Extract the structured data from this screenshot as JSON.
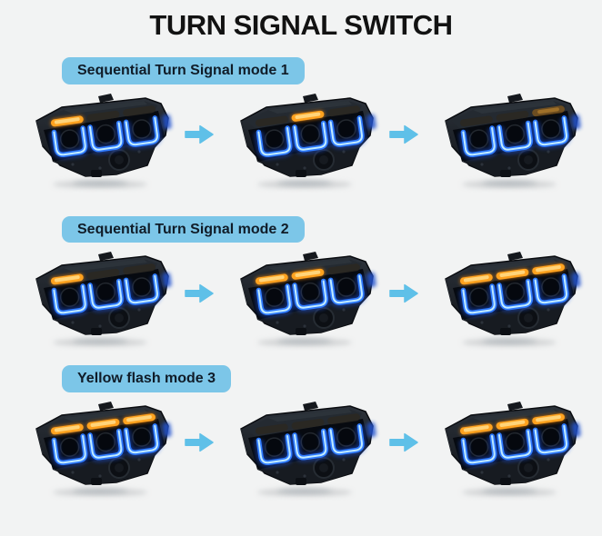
{
  "page": {
    "title": "TURN SIGNAL SWITCH"
  },
  "colors": {
    "background": "#f2f3f3",
    "badge_bg": "#7cc6e8",
    "badge_text": "#101c28",
    "arrow": "#5fc0e8",
    "drl_blue": "#2f7bff",
    "drl_core": "#c2ecff",
    "amber_on": "#ffa21f",
    "housing_dark": "#14181e"
  },
  "icons": {
    "between_steps": "right-arrow-icon"
  },
  "modes": [
    {
      "label": "Sequential Turn Signal mode 1",
      "steps": [
        {
          "amber": [
            "on",
            "off",
            "off"
          ]
        },
        {
          "amber": [
            "off",
            "on",
            "off"
          ]
        },
        {
          "amber": [
            "off",
            "off",
            "dim"
          ]
        }
      ]
    },
    {
      "label": "Sequential Turn Signal mode 2",
      "steps": [
        {
          "amber": [
            "on",
            "off",
            "off"
          ]
        },
        {
          "amber": [
            "on",
            "on",
            "off"
          ]
        },
        {
          "amber": [
            "on",
            "on",
            "on"
          ]
        }
      ]
    },
    {
      "label": "Yellow flash mode 3",
      "steps": [
        {
          "amber": [
            "on",
            "on",
            "on"
          ]
        },
        {
          "amber": [
            "off",
            "off",
            "off"
          ]
        },
        {
          "amber": [
            "on",
            "on",
            "on"
          ]
        }
      ]
    }
  ]
}
